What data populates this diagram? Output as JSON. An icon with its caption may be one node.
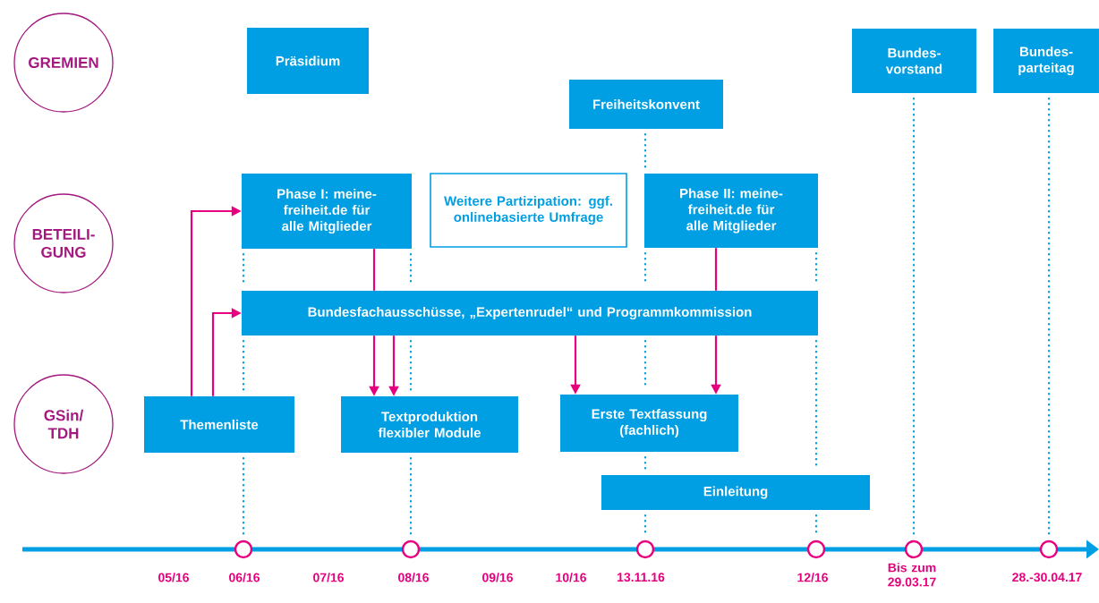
{
  "diagram": {
    "nodes": [
      {
        "text": [
          "GREMIEN"
        ]
      },
      {
        "text": [
          "BETEILI- GUNG"
        ]
      },
      {
        "text": [
          "GSin/ TDH"
        ]
      },
      {
        "text": [
          "Präsidium"
        ]
      },
      {
        "text": [
          "Freiheitskonvent"
        ]
      },
      {
        "text": [
          "Bundes- vorstand"
        ]
      },
      {
        "text": [
          "Bundes- parteitag"
        ]
      },
      {
        "text": [
          "Phase I: meine-freiheit.de für alle Mitglieder"
        ]
      },
      {
        "text": [
          "Weitere Partizipation: ggf. onlinebasierte Umfrage"
        ]
      },
      {
        "text": [
          "Phase II: meine-freiheit.de für alle Mitglieder"
        ]
      },
      {
        "text": [
          "Bundesfachausschüsse, „Expertenrudel“ und Programmkommission"
        ]
      },
      {
        "text": [
          "Themenliste"
        ]
      },
      {
        "text": [
          "Textproduktion flexibler Module"
        ]
      },
      {
        "text": [
          "Erste Textfassung (fachlich)"
        ]
      },
      {
        "text": [
          "Einleitung"
        ]
      },
      {
        "text": [],
        "shape": "circle"
      },
      {
        "text": [],
        "shape": "circle"
      },
      {
        "text": [],
        "shape": "circle"
      },
      {
        "text": [],
        "shape": "circle"
      },
      {
        "text": [],
        "shape": "circle"
      },
      {
        "text": [],
        "shape": "circle"
      }
    ],
    "edges": [
      {
        "from": 11,
        "to": 7,
        "arrow": "to",
        "color": "#e6007e"
      },
      {
        "from": 11,
        "to": 10,
        "arrow": "to",
        "color": "#e6007e"
      },
      {
        "from": 7,
        "to": 10,
        "arrow": "none",
        "color": "#e6007e"
      },
      {
        "from": 10,
        "to": 12,
        "arrow": "to",
        "color": "#e6007e"
      },
      {
        "from": 10,
        "to": 12,
        "arrow": "to",
        "color": "#e6007e"
      },
      {
        "from": 10,
        "to": 13,
        "arrow": "to",
        "color": "#e6007e"
      },
      {
        "from": 9,
        "to": 10,
        "arrow": "none",
        "color": "#e6007e"
      },
      {
        "from": 10,
        "to": 13,
        "arrow": "to",
        "color": "#e6007e"
      },
      {
        "from": 7,
        "to": 10,
        "arrow": "none",
        "style": "dashed"
      },
      {
        "from": 10,
        "to": 11,
        "arrow": "none",
        "style": "dashed"
      },
      {
        "from": 11,
        "to": 15,
        "arrow": "none",
        "style": "dashed"
      },
      {
        "from": 7,
        "to": 10,
        "arrow": "none",
        "style": "dashed"
      },
      {
        "from": 10,
        "to": 12,
        "arrow": "none",
        "style": "dashed"
      },
      {
        "from": 12,
        "to": 16,
        "arrow": "none",
        "style": "dashed"
      },
      {
        "from": 4,
        "to": 9,
        "arrow": "none",
        "style": "dashed"
      },
      {
        "from": 9,
        "to": 10,
        "arrow": "none",
        "style": "dashed"
      },
      {
        "from": 10,
        "to": 13,
        "arrow": "none",
        "style": "dashed"
      },
      {
        "from": 13,
        "to": 14,
        "arrow": "none",
        "style": "dashed"
      },
      {
        "from": 14,
        "to": 17,
        "arrow": "none",
        "style": "dashed"
      },
      {
        "from": 9,
        "to": 10,
        "arrow": "none",
        "style": "dashed"
      },
      {
        "from": 10,
        "to": 14,
        "arrow": "none",
        "style": "dashed"
      },
      {
        "from": 14,
        "to": 18,
        "arrow": "none",
        "style": "dashed"
      },
      {
        "from": 5,
        "to": 19,
        "arrow": "none",
        "style": "dashed"
      },
      {
        "from": 6,
        "to": 20,
        "arrow": "none",
        "style": "dashed"
      }
    ],
    "labels": [
      "05/16",
      "06/16",
      "07/16",
      "08/16",
      "09/16",
      "10/16",
      "13.11.16",
      "12/16",
      "Bis zum 29.03.17",
      "28.-30.04.17"
    ]
  }
}
